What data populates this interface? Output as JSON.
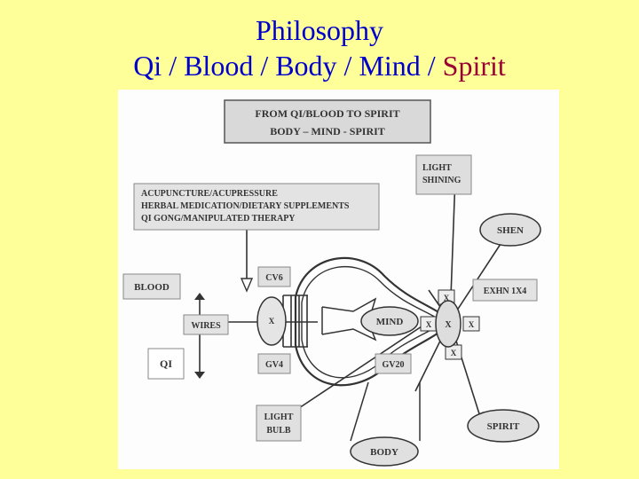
{
  "slide": {
    "title": "Philosophy",
    "subtitle_prefix": "Qi / Blood / Body / Mind / ",
    "subtitle_highlight": "Spirit"
  },
  "diagram": {
    "header_line1": "FROM QI/BLOOD TO SPIRIT",
    "header_line2": "BODY – MIND - SPIRIT",
    "therapy_line1": "ACUPUNCTURE/ACUPRESSURE",
    "therapy_line2": "HERBAL MEDICATION/DIETARY SUPPLEMENTS",
    "therapy_line3": "QI GONG/MANIPULATED THERAPY",
    "light_line1": "LIGHT",
    "light_line2": "SHINING",
    "shen": "SHEN",
    "blood": "BLOOD",
    "cv6": "CV6",
    "exhn": "EXHN 1X4",
    "wires": "WIRES",
    "mind": "MIND",
    "qi": "QI",
    "gv4": "GV4",
    "gv20": "GV20",
    "bulb_line1": "LIGHT",
    "bulb_line2": "BULB",
    "spirit": "SPIRIT",
    "body": "BODY",
    "x_mark": "X"
  },
  "colors": {
    "background": "#FFFF99",
    "title": "#0000CC",
    "spirit_highlight": "#990033"
  }
}
